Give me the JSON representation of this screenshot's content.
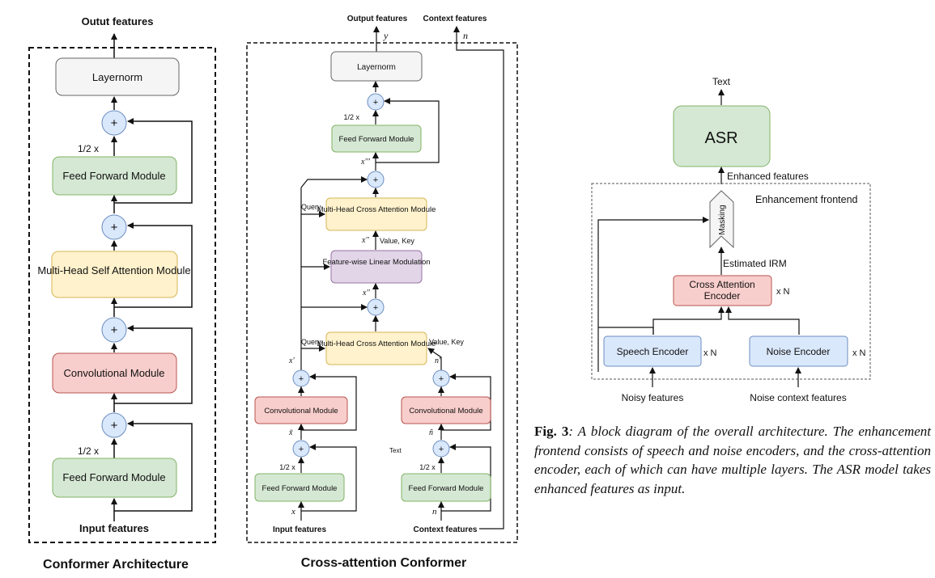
{
  "conformer": {
    "output_label": "Outut features",
    "input_label": "Input features",
    "title": "Conformer Architecture",
    "layernorm": "Layernorm",
    "ffm_top": "Feed Forward Module",
    "mhsa": "Multi-Head Self Attention Module",
    "conv": "Convolutional Module",
    "ffm_bottom": "Feed Forward Module",
    "half_top": "1/2 x",
    "half_bottom": "1/2 x",
    "plus": "+"
  },
  "cross": {
    "title": "Cross-attention Conformer",
    "output_label": "Output features",
    "context_out_label": "Context features",
    "y": "y",
    "n_top": "n",
    "layernorm": "Layernorm",
    "ffm_top": "Feed Forward Module",
    "half_top": "1/2 x",
    "x3": "x'''",
    "mhca_top": "Multi-Head Cross Attention Module",
    "query_top": "Query",
    "x2": "x''",
    "value_key_top": "Value, Key",
    "film": "Feature-wise Linear Modulation",
    "x1": "x''",
    "mhca_bottom": "Multi-Head Cross Attention Module",
    "query_bottom": "Query",
    "value_key_bottom": "Value, Key",
    "xprime": "x'",
    "nprime": "n'",
    "conv_left": "Convolutional Module",
    "conv_right": "Convolutional Module",
    "xtilde": "x̃",
    "ntilde": "ñ",
    "text_stray": "Text",
    "half_left": "1/2 x",
    "half_right": "1/2 x",
    "ffm_left": "Feed Forward Module",
    "ffm_right": "Feed Forward Module",
    "x": "x",
    "n": "n",
    "input_label": "Input features",
    "context_in_label": "Context features"
  },
  "system": {
    "text_out": "Text",
    "asr": "ASR",
    "enhanced": "Enhanced features",
    "frontend": "Enhancement frontend",
    "masking": "Masking",
    "irm": "Estimated IRM",
    "cross_enc": "Cross Attention Encoder",
    "xn1": "x N",
    "speech_enc": "Speech Encoder",
    "xn2": "x N",
    "noise_enc": "Noise Encoder",
    "xn3": "x N",
    "noisy": "Noisy features",
    "noise_ctx": "Noise context features"
  },
  "caption": {
    "label": "Fig. 3",
    "text": ": A block diagram of the overall architecture. The enhancement frontend consists of speech and noise encoders, and the cross-attention encoder, each of which can have multiple layers. The ASR model takes enhanced features as input."
  },
  "colors": {
    "green_fill": "#d5e8d4",
    "green_stroke": "#82b366",
    "yellow_fill": "#fff2cc",
    "yellow_stroke": "#d6b656",
    "red_fill": "#f8cecc",
    "red_stroke": "#b85450",
    "purple_fill": "#e1d5e7",
    "purple_stroke": "#9673a6",
    "blue_fill": "#dae8fc",
    "blue_stroke": "#6c8ebf",
    "gray_fill": "#f5f5f5",
    "gray_stroke": "#666666"
  }
}
